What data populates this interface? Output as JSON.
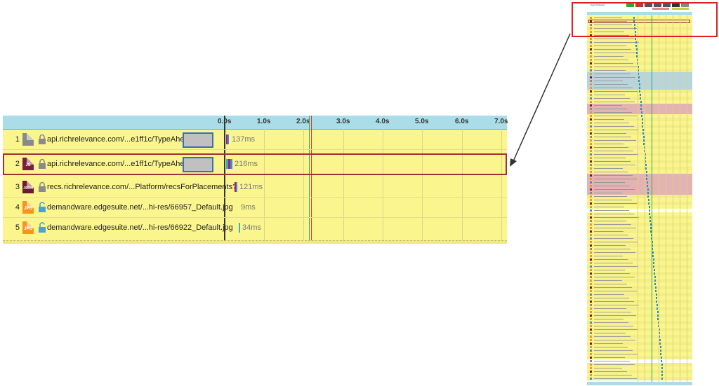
{
  "waterfall": {
    "ticks": [
      "0.0s",
      "1.0s",
      "2.0s",
      "3.0s",
      "4.0s",
      "5.0s",
      "6.0s",
      "7.0s"
    ],
    "rows": [
      {
        "num": "1",
        "icon": "generic-file-icon",
        "url": "api.richrelevance.com/...e1ff1c/TypeAheadAPI",
        "time": "137ms",
        "color": "#8a8a8a",
        "badge": ""
      },
      {
        "num": "2",
        "icon": "js-file-icon",
        "url": "api.richrelevance.com/...e1ff1c/TypeAheadAPI",
        "time": "216ms",
        "color": "#7a1e3c",
        "badge": "JS"
      },
      {
        "num": "3",
        "icon": "json-file-icon",
        "url": "recs.richrelevance.com/...Platform/recsForPlacements?",
        "time": "121ms",
        "color": "#6b1a30",
        "badge": "JSON"
      },
      {
        "num": "4",
        "icon": "jpg-file-icon",
        "url": "demandware.edgesuite.net/...hi-res/66957_Default.jpg",
        "time": "9ms",
        "color": "#f7941d",
        "badge": "JPG"
      },
      {
        "num": "5",
        "icon": "jpg-file-icon",
        "url": "demandware.edgesuite.net/...hi-res/66922_Default.jpg",
        "time": "34ms",
        "color": "#f7941d",
        "badge": "JPG"
      }
    ]
  },
  "thumbnail": {
    "title": "Search Results"
  },
  "colors": {
    "row_bg": "#fbf58e",
    "header_bg": "#abdde8",
    "highlight": "#a03232",
    "callout": "#e02020",
    "render_line": "#2fa84f",
    "onload_line": "#e03030"
  }
}
